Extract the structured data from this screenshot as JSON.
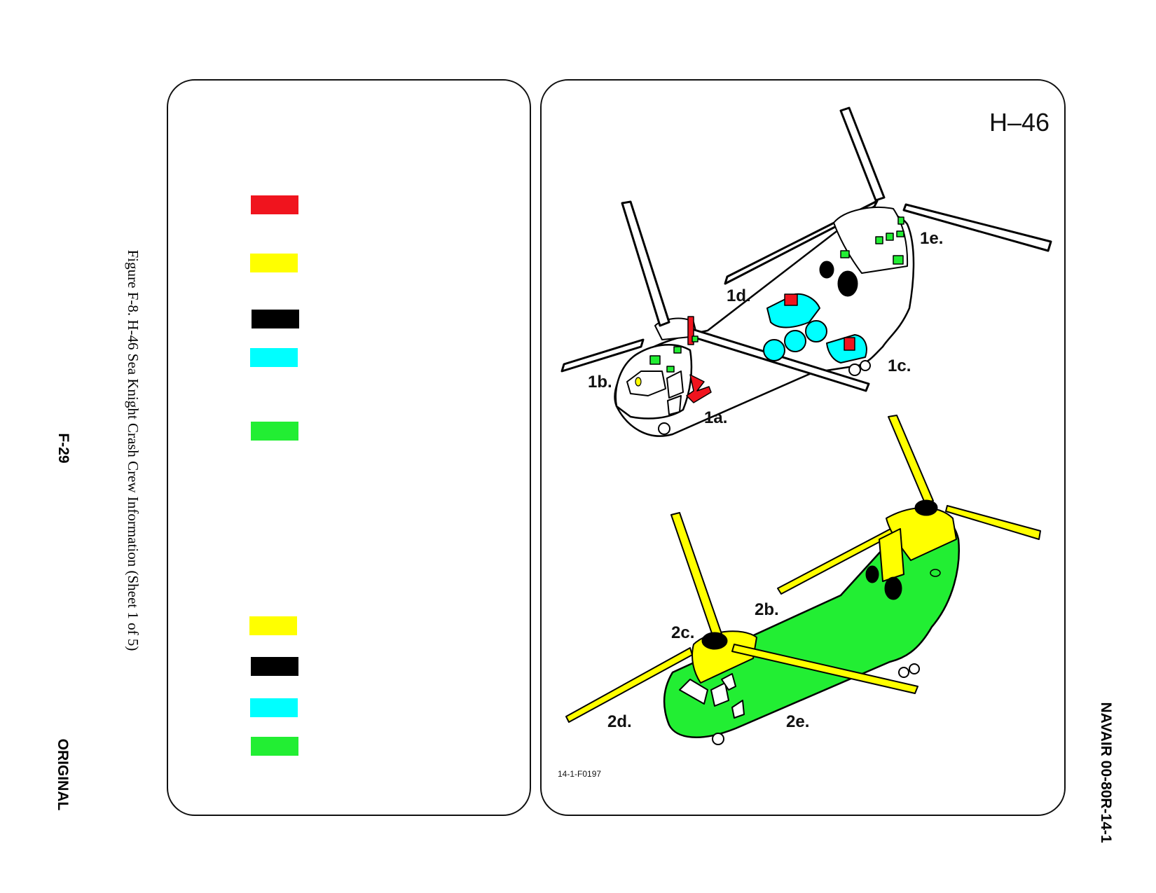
{
  "side_text": {
    "original": "ORIGINAL",
    "page_number": "F-29",
    "caption": "Figure F-8.  H-46 Sea Knight Crash Crew Information (Sheet 1 of 5)",
    "doc_number": "NAVAIR 00-80R-14-1"
  },
  "legend": {
    "swatches": [
      {
        "name": "red",
        "color": "#f0141e"
      },
      {
        "name": "yellow",
        "color": "#ffff00"
      },
      {
        "name": "black",
        "color": "#000000"
      },
      {
        "name": "cyan",
        "color": "#00ffff"
      },
      {
        "name": "green",
        "color": "#22ee33"
      },
      {
        "name": "yellow",
        "color": "#ffff00"
      },
      {
        "name": "black",
        "color": "#000000"
      },
      {
        "name": "cyan",
        "color": "#00ffff"
      },
      {
        "name": "green",
        "color": "#22ee33"
      }
    ]
  },
  "figure": {
    "aircraft": "H–46",
    "figure_id": "14-1-F0197",
    "callouts_top": [
      "1a.",
      "1b.",
      "1c.",
      "1d.",
      "1e."
    ],
    "callouts_bottom": [
      "2b.",
      "2c.",
      "2d.",
      "2e."
    ]
  },
  "colors": {
    "red": "#f0141e",
    "yellow": "#ffff00",
    "black": "#000000",
    "cyan": "#00ffff",
    "green": "#22ee33"
  }
}
